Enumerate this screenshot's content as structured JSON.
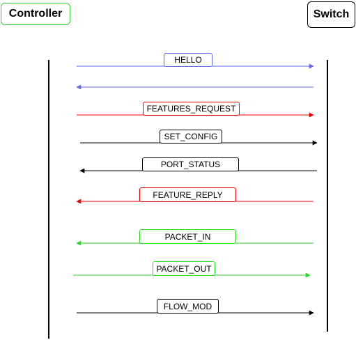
{
  "actors": {
    "controller": {
      "label": "Controller",
      "border_color": "#33cc33"
    },
    "switch": {
      "label": "Switch",
      "border_color": "#000000"
    }
  },
  "colors": {
    "blue": "#6666ee",
    "red": "#ee0000",
    "black": "#000000",
    "green": "#22dd22"
  },
  "messages": [
    {
      "label": "HELLO",
      "direction": "to-switch",
      "color": "blue"
    },
    {
      "label": "",
      "direction": "to-controller",
      "color": "blue"
    },
    {
      "label": "FEATURES_REQUEST",
      "direction": "to-switch",
      "color": "red"
    },
    {
      "label": "SET_CONFIG",
      "direction": "to-switch",
      "color": "black"
    },
    {
      "label": "PORT_STATUS",
      "direction": "to-controller",
      "color": "black"
    },
    {
      "label": "FEATURE_REPLY",
      "direction": "to-controller",
      "color": "red"
    },
    {
      "label": "PACKET_IN",
      "direction": "to-controller",
      "color": "green"
    },
    {
      "label": "PACKET_OUT",
      "direction": "to-switch",
      "color": "green"
    },
    {
      "label": "FLOW_MOD",
      "direction": "to-switch",
      "color": "black"
    }
  ]
}
